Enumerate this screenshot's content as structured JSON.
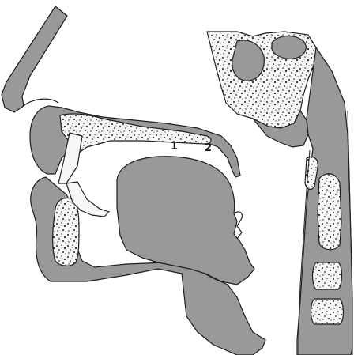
{
  "diagram": {
    "labels": [
      {
        "id": "hard-palate",
        "text": "1"
      },
      {
        "id": "soft-palate",
        "text": "2"
      }
    ],
    "colors": {
      "tissue": "#999999",
      "tissue_dark": "#8e8e8e",
      "bone": "#f6f6f6",
      "outline": "#1e1e1e",
      "background": "#ffffff"
    }
  }
}
